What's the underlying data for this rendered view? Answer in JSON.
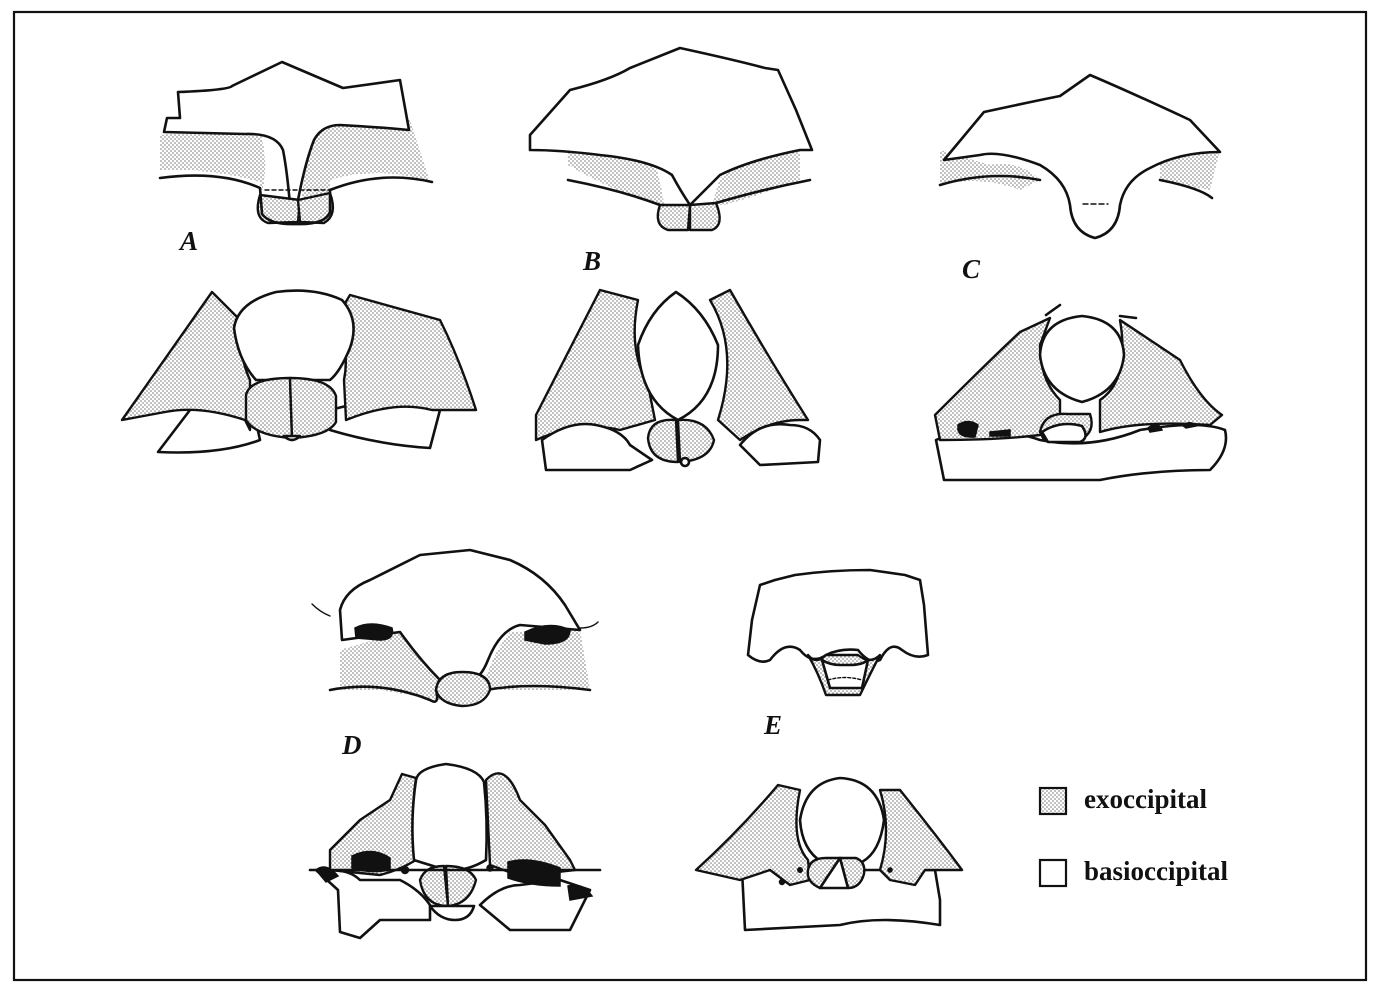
{
  "figure": {
    "panels": [
      {
        "id": "A",
        "label": "A"
      },
      {
        "id": "B",
        "label": "B"
      },
      {
        "id": "C",
        "label": "C"
      },
      {
        "id": "D",
        "label": "D"
      },
      {
        "id": "E",
        "label": "E"
      }
    ],
    "legend": [
      {
        "key": "exoccipital",
        "text": "exoccipital",
        "pattern": "stippled"
      },
      {
        "key": "basioccipital",
        "text": "basioccipital",
        "pattern": "plain"
      }
    ],
    "colors": {
      "ink": "#111111",
      "stipple": "#888888",
      "background": "#ffffff"
    }
  }
}
